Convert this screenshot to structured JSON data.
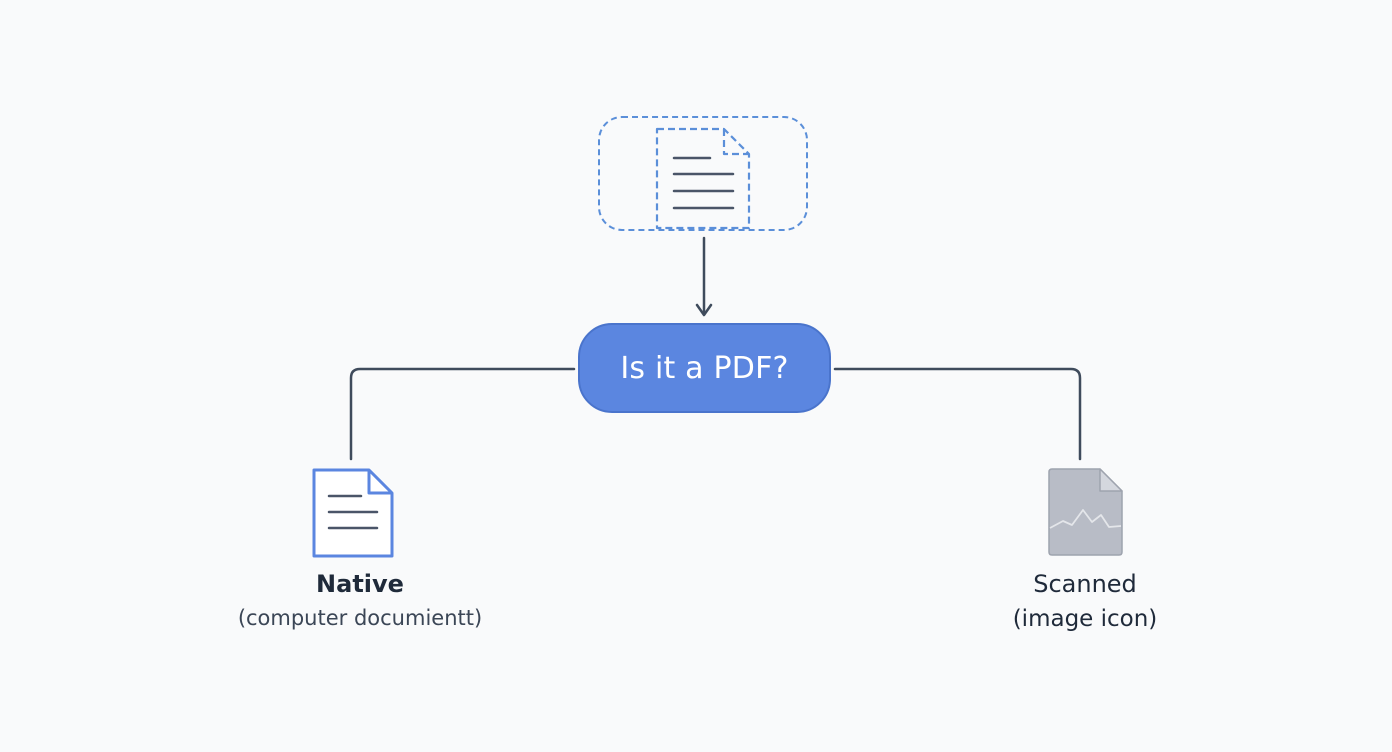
{
  "decision": {
    "label": "Is it a PDF?"
  },
  "branches": {
    "native": {
      "title": "Native",
      "subtitle": "(computer documientt)"
    },
    "scanned": {
      "title": "Scanned",
      "subtitle": "(image icon)"
    }
  },
  "colors": {
    "accent_blue": "#5b86e0",
    "dashed_blue": "#5b8fd9",
    "doc_lines": "#4a5568",
    "connector": "#3f4b5c",
    "scan_fill": "#b8bcc6",
    "scan_stroke": "#9ea3ae"
  },
  "icons": {
    "source": "document-icon",
    "native": "document-icon",
    "scanned": "image-file-icon"
  }
}
